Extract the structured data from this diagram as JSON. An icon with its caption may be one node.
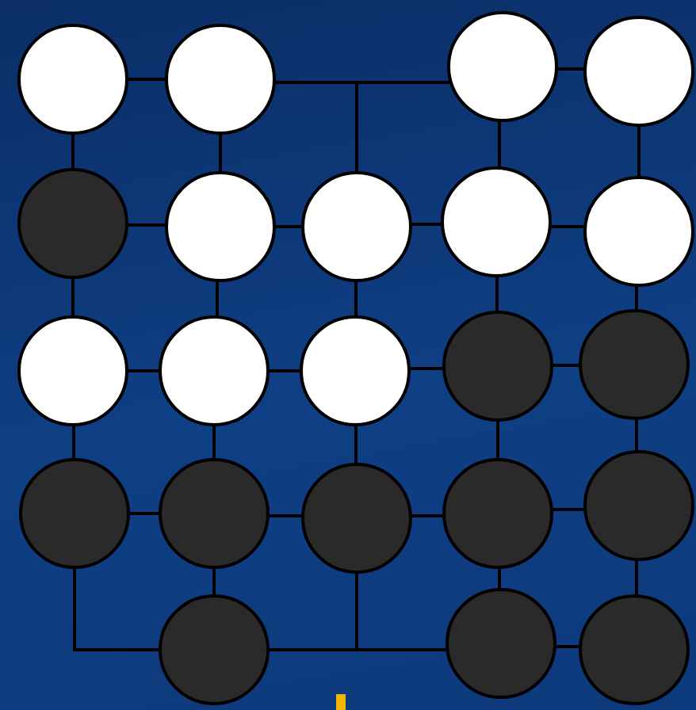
{
  "diagram": {
    "nodes": [
      {
        "text": [],
        "shape": "circle"
      },
      {
        "text": [],
        "shape": "circle"
      },
      {
        "text": [],
        "shape": "circle"
      },
      {
        "text": [],
        "shape": "circle"
      },
      {
        "text": [],
        "shape": "circle"
      },
      {
        "text": [],
        "shape": "circle"
      },
      {
        "text": [],
        "shape": "circle"
      },
      {
        "text": [],
        "shape": "circle"
      },
      {
        "text": [],
        "shape": "circle"
      },
      {
        "text": [],
        "shape": "circle"
      },
      {
        "text": [],
        "shape": "circle"
      },
      {
        "text": [],
        "shape": "circle"
      },
      {
        "text": [],
        "shape": "circle"
      },
      {
        "text": [],
        "shape": "circle"
      },
      {
        "text": [],
        "shape": "circle"
      },
      {
        "text": [],
        "shape": "circle"
      },
      {
        "text": [],
        "shape": "circle"
      },
      {
        "text": [],
        "shape": "circle"
      },
      {
        "text": [],
        "shape": "circle"
      },
      {
        "text": [],
        "shape": "circle"
      },
      {
        "text": [],
        "shape": "circle"
      },
      {
        "text": [],
        "shape": "circle"
      }
    ],
    "edges": [
      {
        "from": 0,
        "to": 1,
        "arrow": "none"
      },
      {
        "from": 1,
        "to": 2,
        "arrow": "none"
      },
      {
        "from": 6,
        "to": 1,
        "arrow": "none"
      },
      {
        "from": 6,
        "to": 2,
        "arrow": "none"
      },
      {
        "from": 2,
        "to": 3,
        "arrow": "none"
      },
      {
        "from": 0,
        "to": 4,
        "arrow": "none"
      },
      {
        "from": 1,
        "to": 5,
        "arrow": "none"
      },
      {
        "from": 2,
        "to": 7,
        "arrow": "none"
      },
      {
        "from": 3,
        "to": 8,
        "arrow": "none"
      },
      {
        "from": 4,
        "to": 5,
        "arrow": "none"
      },
      {
        "from": 5,
        "to": 6,
        "arrow": "none"
      },
      {
        "from": 6,
        "to": 7,
        "arrow": "none"
      },
      {
        "from": 7,
        "to": 8,
        "arrow": "none"
      },
      {
        "from": 4,
        "to": 9,
        "arrow": "none"
      },
      {
        "from": 5,
        "to": 10,
        "arrow": "none"
      },
      {
        "from": 6,
        "to": 11,
        "arrow": "none"
      },
      {
        "from": 7,
        "to": 12,
        "arrow": "none"
      },
      {
        "from": 8,
        "to": 13,
        "arrow": "none"
      },
      {
        "from": 9,
        "to": 10,
        "arrow": "none"
      },
      {
        "from": 10,
        "to": 11,
        "arrow": "none"
      },
      {
        "from": 11,
        "to": 12,
        "arrow": "none"
      },
      {
        "from": 12,
        "to": 13,
        "arrow": "none"
      },
      {
        "from": 9,
        "to": 14,
        "arrow": "none"
      },
      {
        "from": 10,
        "to": 15,
        "arrow": "none"
      },
      {
        "from": 11,
        "to": 16,
        "arrow": "none"
      },
      {
        "from": 12,
        "to": 17,
        "arrow": "none"
      },
      {
        "from": 13,
        "to": 18,
        "arrow": "none"
      },
      {
        "from": 14,
        "to": 15,
        "arrow": "none"
      },
      {
        "from": 15,
        "to": 16,
        "arrow": "none"
      },
      {
        "from": 16,
        "to": 17,
        "arrow": "none"
      },
      {
        "from": 17,
        "to": 18,
        "arrow": "none"
      },
      {
        "from": 15,
        "to": 19,
        "arrow": "none"
      },
      {
        "from": 17,
        "to": 20,
        "arrow": "none"
      },
      {
        "from": 18,
        "to": 21,
        "arrow": "none"
      },
      {
        "from": 14,
        "to": 19,
        "arrow": "none"
      },
      {
        "from": 19,
        "to": 20,
        "arrow": "none"
      },
      {
        "from": 16,
        "to": 19,
        "arrow": "none"
      },
      {
        "from": 16,
        "to": 20,
        "arrow": "none"
      },
      {
        "from": 20,
        "to": 21,
        "arrow": "none"
      }
    ]
  }
}
